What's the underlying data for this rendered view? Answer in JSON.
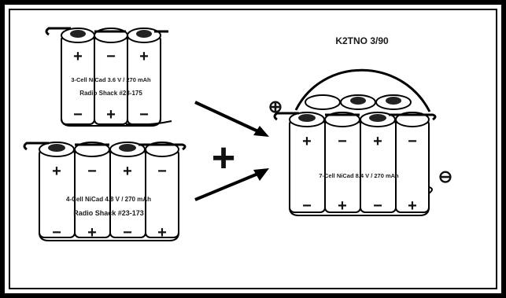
{
  "diagram": {
    "author_tag": "K2TNO 3/90",
    "pack_3cell": {
      "line1": "3-Cell NiCad 3.6 V / 270 mAh",
      "line2": "Radio Shack #23-175",
      "top_signs": [
        "+",
        "−",
        "+"
      ],
      "bottom_signs": [
        "−",
        "+",
        "−"
      ]
    },
    "pack_4cell": {
      "line1": "4-Cell NiCad 4.8 V / 270 mAh",
      "line2": "Radio Shack #23-173",
      "top_signs": [
        "+",
        "−",
        "+",
        "−"
      ],
      "bottom_signs": [
        "−",
        "+",
        "−",
        "+"
      ]
    },
    "pack_7cell": {
      "line1": "7-Cell NiCad 8.4 V / 270 mAh",
      "top_signs": [
        "+",
        "−",
        "+",
        "−"
      ],
      "bottom_signs": [
        "−",
        "+",
        "−",
        "+"
      ]
    },
    "plus_symbol": "+",
    "positive_terminal": "⊕",
    "negative_terminal": "⊖"
  },
  "colors": {
    "ink": "#111111",
    "paper": "#ffffff",
    "frame": "#000000"
  }
}
